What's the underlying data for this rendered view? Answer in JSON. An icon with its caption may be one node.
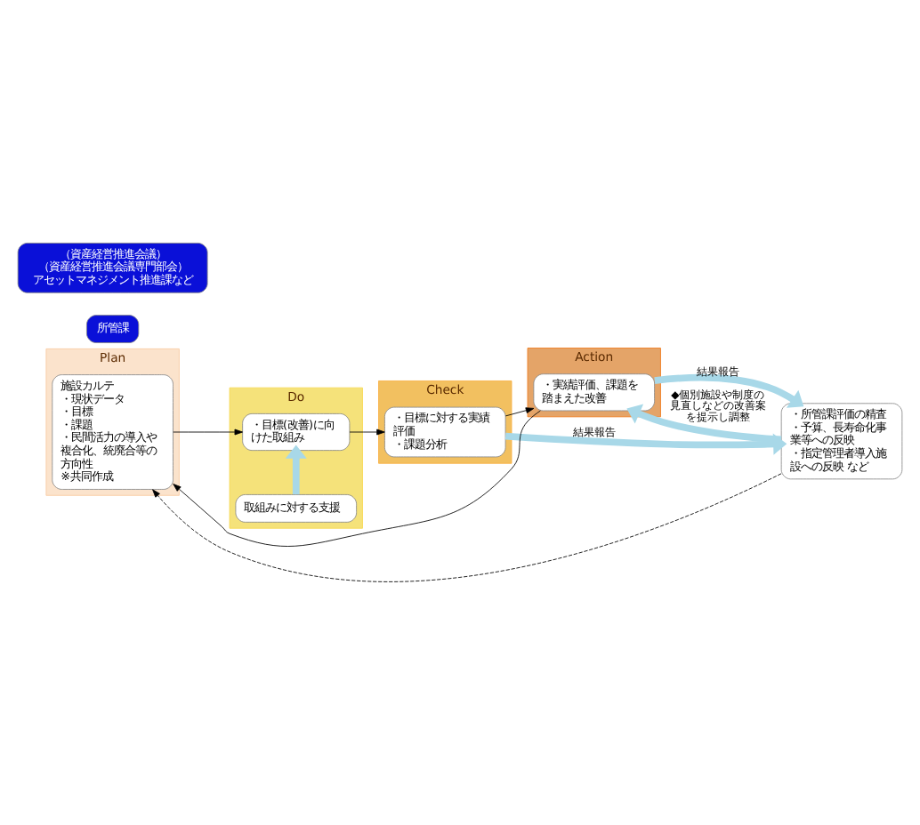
{
  "diagram": {
    "nodes": [
      {
        "text": [
          "Plan"
        ]
      },
      {
        "text": [
          "Do"
        ]
      },
      {
        "text": [
          "Check"
        ]
      },
      {
        "text": [
          "Action"
        ]
      },
      {
        "text": [
          "所管課"
        ]
      },
      {
        "text": [
          "（資産経営推進会議）",
          "（資産経営推進会議専門部会）",
          "アセットマネジメント推進課など"
        ]
      },
      {
        "text": [
          "施設カルテ",
          "・現状データ",
          "・目標",
          "・課題",
          "・民間活力の導入や複合化、統廃合等の方向性",
          "※共同作成"
        ],
        "in": 0
      },
      {
        "text": [
          "・目標(改善)に向けた取組み"
        ],
        "in": 1
      },
      {
        "text": [
          "取組みに対する支援"
        ],
        "in": 1
      },
      {
        "text": [
          "・目標に対する実績評価",
          "・課題分析"
        ],
        "in": 2
      },
      {
        "text": [
          "・実績評価、課題を踏まえた改善"
        ],
        "in": 3
      },
      {
        "text": [
          "・所管課評価の精査",
          "・予算、長寿命化事業等への反映",
          "・指定管理者導入施設への反映 など"
        ]
      }
    ],
    "edges": [
      {
        "from": 10,
        "to": 6,
        "arrow": "to"
      },
      {
        "from": 6,
        "to": 7,
        "arrow": "to"
      },
      {
        "from": 7,
        "to": 9,
        "arrow": "to"
      },
      {
        "from": 9,
        "to": 10,
        "arrow": "to"
      },
      {
        "from": 8,
        "to": 7,
        "arrow": "to",
        "style": "thick",
        "color": "#a8d8e8"
      },
      {
        "from": 9,
        "to": 11,
        "arrow": "to",
        "label": "結果報告",
        "style": "thick",
        "color": "#a8d8e8"
      },
      {
        "from": 11,
        "to": 10,
        "arrow": "to",
        "label": "◆個別施設や制度の見直しなどの改善案を提示し調整",
        "style": "thick",
        "color": "#a8d8e8"
      },
      {
        "from": 10,
        "to": 11,
        "arrow": "to",
        "label": "結果報告",
        "style": "thick",
        "color": "#a8d8e8"
      },
      {
        "from": 11,
        "to": 6,
        "arrow": "to",
        "style": "dashed"
      }
    ]
  }
}
